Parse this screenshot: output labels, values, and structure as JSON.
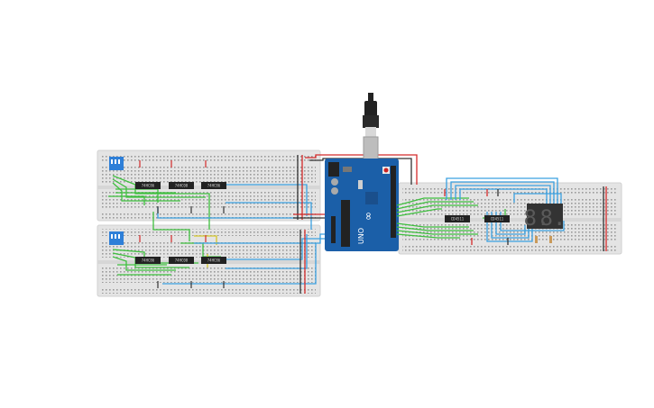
{
  "breadboards": [
    {
      "id": "bb-top-left",
      "chips": [
        {
          "label": "74HC86"
        },
        {
          "label": "74HC08"
        },
        {
          "label": "74HC86"
        }
      ]
    },
    {
      "id": "bb-bottom-left",
      "chips": [
        {
          "label": "74HC86"
        },
        {
          "label": "74HC08"
        },
        {
          "label": "74HC86"
        }
      ]
    },
    {
      "id": "bb-right",
      "chips": [
        {
          "label": "CD4511"
        },
        {
          "label": "CD4511"
        }
      ]
    }
  ],
  "arduino": {
    "brand": "UNO",
    "logo": "∞"
  },
  "display": {
    "digits": [
      "8.",
      "8."
    ]
  },
  "colors": {
    "breadboard": "#e4e4e4",
    "board": "#1b5fa8",
    "chip": "#222222",
    "wire_green": "#3fbf3f",
    "wire_blue": "#3aa0e0",
    "wire_red": "#d42a2a",
    "wire_black": "#333333",
    "dip_switch": "#2e7fd8"
  },
  "icons": [
    "usb-cable-icon",
    "arduino-logo-icon",
    "reset-button-icon"
  ]
}
